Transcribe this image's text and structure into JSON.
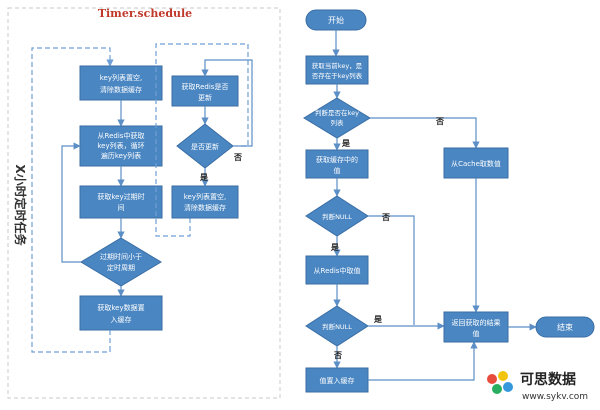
{
  "left_panel": {
    "title": "Timer.schedule",
    "side_label": "X小时定时任务"
  },
  "left_flow": {
    "box1": [
      "key列表置空,",
      "清除数据缓存"
    ],
    "box2": [
      "从Redis中获取",
      "key列表，循环",
      "遍历key列表"
    ],
    "box3": [
      "获取key过期时",
      "间"
    ],
    "diamond": [
      "过期时间小于",
      "定时周期"
    ],
    "box4": [
      "获取key数据置",
      "入缓存"
    ]
  },
  "sub_flow": {
    "box1": [
      "获取Redis是否",
      "更新"
    ],
    "diamond": "是否更新",
    "no_label": "否",
    "yes_label": "是",
    "box2": [
      "key列表置空,",
      "清除数据缓存"
    ]
  },
  "right_flow": {
    "start": "开始",
    "box_key": [
      "获取当前key，是",
      "否存在于key列表"
    ],
    "d_in_list": [
      "判断是否在key",
      "列表"
    ],
    "no1": "否",
    "yes1": "是",
    "box_cache_value": [
      "获取缓存中的",
      "值"
    ],
    "d_null1": "判断NULL",
    "no2": "否",
    "yes2": "是",
    "box_redis_value": "从Redis中取值",
    "d_null2": "判断NULL",
    "yes3": "是",
    "no3": "否",
    "box_put_cache": "值置入缓存",
    "box_db": "从Cache取数值",
    "box_return": [
      "返回获取的结果",
      "值"
    ],
    "end": "结束"
  },
  "watermark": {
    "brand": "可思数据",
    "url": "www.sykv.com"
  },
  "colors": {
    "node_fill": "#4A86C2",
    "node_stroke": "#3A6EA5",
    "arrow": "#5C8FC6",
    "dashed": "#6E9FD6",
    "panel_border": "#C8C8C8",
    "title_red": "#C0392B",
    "terminal_fill": "#4A86C2"
  }
}
